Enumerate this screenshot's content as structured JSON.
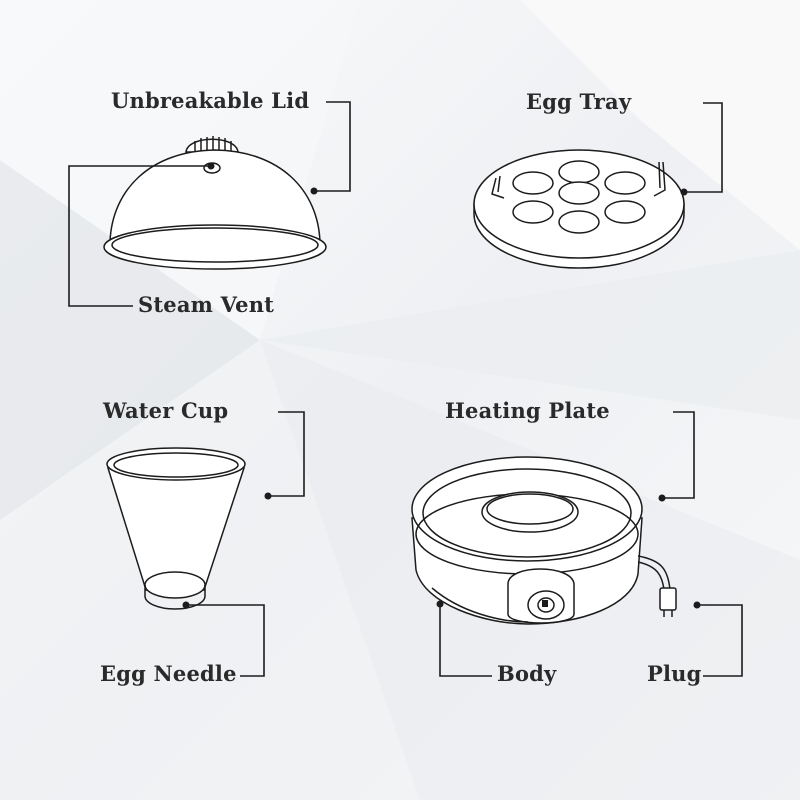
{
  "labels": {
    "lid": "Unbreakable Lid",
    "tray": "Egg Tray",
    "vent": "Steam Vent",
    "cup": "Water Cup",
    "plate": "Heating Plate",
    "needle": "Egg Needle",
    "body": "Body",
    "plug": "Plug"
  },
  "colors": {
    "background": "#f4f5f7",
    "ink": "#1c1c1c",
    "text": "#2a2a2a"
  }
}
